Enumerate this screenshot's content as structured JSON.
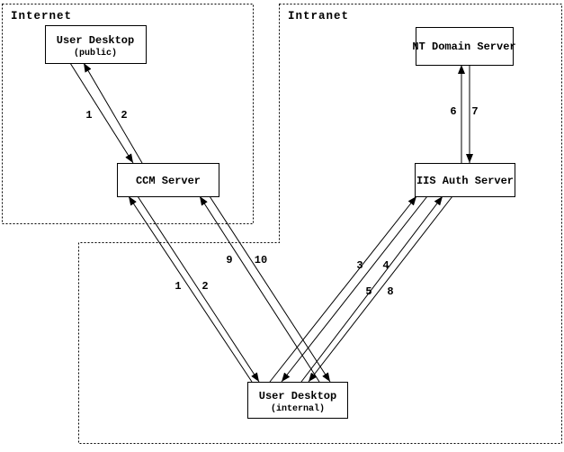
{
  "diagram": {
    "background_color": "#ffffff",
    "line_color": "#000000",
    "zones": {
      "internet": {
        "label": "Internet"
      },
      "intranet": {
        "label": "Intranet"
      }
    },
    "nodes": {
      "user_desktop_public": {
        "title": "User Desktop",
        "subtitle": "(public)"
      },
      "nt_domain_server": {
        "title": "NT Domain Server"
      },
      "ccm_server": {
        "title": "CCM Server"
      },
      "iis_auth_server": {
        "title": "IIS Auth Server"
      },
      "user_desktop_internal": {
        "title": "User Desktop",
        "subtitle": "(internal)"
      }
    },
    "edges": [
      {
        "id": "1-public-desktop-to-ccm",
        "label": "1",
        "from": "user_desktop_public",
        "to": "ccm_server"
      },
      {
        "id": "2-ccm-to-public-desktop",
        "label": "2",
        "from": "ccm_server",
        "to": "user_desktop_public"
      },
      {
        "id": "1-internal-desktop-to-ccm",
        "label": "1",
        "from": "user_desktop_internal",
        "to": "ccm_server"
      },
      {
        "id": "2-ccm-to-internal-desktop",
        "label": "2",
        "from": "ccm_server",
        "to": "user_desktop_internal"
      },
      {
        "id": "9-internal-desktop-to-ccm",
        "label": "9",
        "from": "user_desktop_internal",
        "to": "ccm_server"
      },
      {
        "id": "10-ccm-to-internal-desktop",
        "label": "10",
        "from": "ccm_server",
        "to": "user_desktop_internal"
      },
      {
        "id": "3-internal-desktop-to-iis",
        "label": "3",
        "from": "user_desktop_internal",
        "to": "iis_auth_server"
      },
      {
        "id": "4-iis-to-internal-desktop",
        "label": "4",
        "from": "iis_auth_server",
        "to": "user_desktop_internal"
      },
      {
        "id": "5-internal-desktop-to-iis",
        "label": "5",
        "from": "user_desktop_internal",
        "to": "iis_auth_server"
      },
      {
        "id": "8-iis-to-internal-desktop",
        "label": "8",
        "from": "iis_auth_server",
        "to": "user_desktop_internal"
      },
      {
        "id": "6-iis-to-nt-domain",
        "label": "6",
        "from": "iis_auth_server",
        "to": "nt_domain_server"
      },
      {
        "id": "7-nt-domain-to-iis",
        "label": "7",
        "from": "nt_domain_server",
        "to": "iis_auth_server"
      }
    ]
  }
}
